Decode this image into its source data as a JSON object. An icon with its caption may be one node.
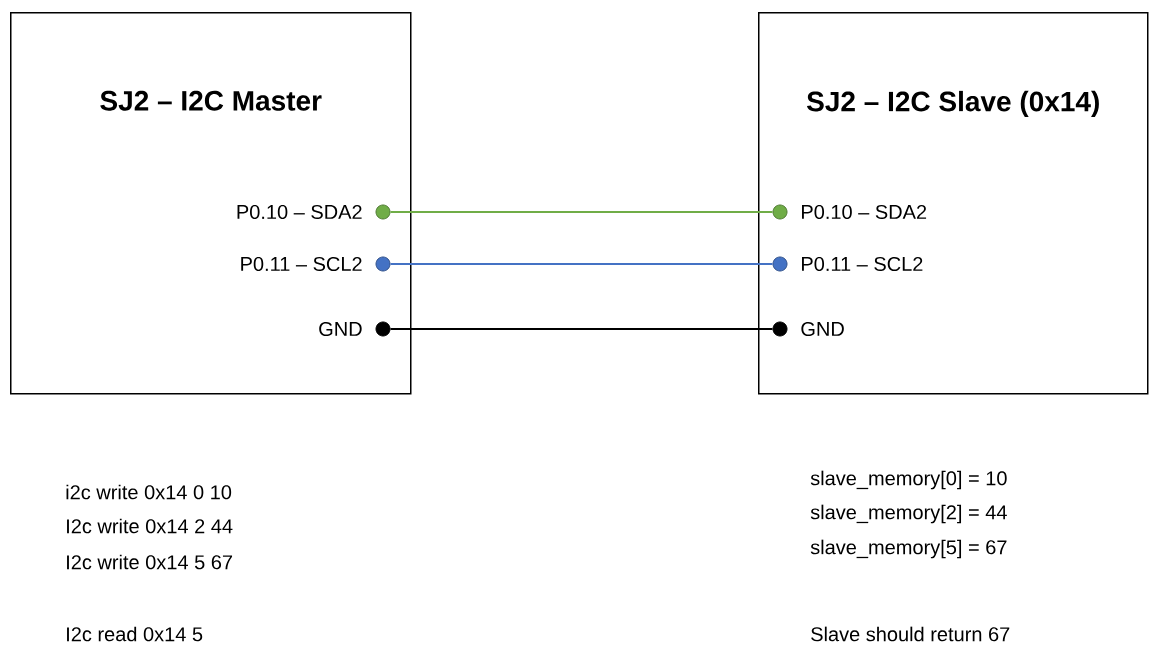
{
  "diagram": {
    "nodes": [
      {
        "text": [
          "SJ2 – I2C Master"
        ]
      },
      {
        "text": [
          "SJ2 – I2C Slave (0x14)"
        ]
      },
      {
        "text": [],
        "shape": "circle",
        "in": 0,
        "beside": [
          "P0.10 – SDA2"
        ]
      },
      {
        "text": [],
        "shape": "circle",
        "in": 0,
        "beside": [
          "P0.11 – SCL2"
        ]
      },
      {
        "text": [],
        "shape": "circle",
        "in": 0,
        "beside": [
          "GND"
        ]
      },
      {
        "text": [],
        "shape": "circle",
        "in": 1,
        "beside": [
          "P0.10 – SDA2"
        ]
      },
      {
        "text": [],
        "shape": "circle",
        "in": 1,
        "beside": [
          "P0.11 – SCL2"
        ]
      },
      {
        "text": [],
        "shape": "circle",
        "in": 1,
        "beside": [
          "GND"
        ]
      }
    ],
    "edges": [
      {
        "from": 2,
        "to": 5,
        "arrow": "none",
        "color": "#70ad47"
      },
      {
        "from": 3,
        "to": 6,
        "arrow": "none",
        "color": "#4472c4"
      },
      {
        "from": 4,
        "to": 7,
        "arrow": "none",
        "color": "#000000"
      }
    ],
    "labels": [
      "i2c write 0x14 0 10",
      "I2c write 0x14 2 44",
      "I2c write 0x14 5 67",
      "I2c read 0x14 5",
      "slave_memory[0] = 10",
      "slave_memory[2] = 44",
      "slave_memory[5] = 67",
      "Slave should return 67"
    ]
  }
}
